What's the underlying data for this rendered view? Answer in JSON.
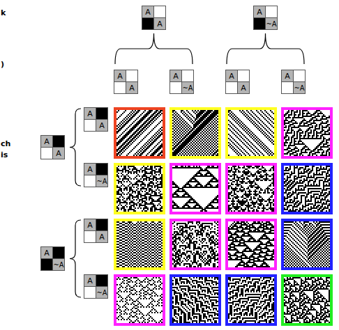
{
  "diagram": {
    "nodes": [
      {
        "text": [
          "A",
          "A"
        ]
      },
      {
        "text": [
          "A",
          "~A"
        ]
      },
      {
        "text": [
          "A",
          "A"
        ]
      },
      {
        "text": [
          "A",
          "~A"
        ]
      },
      {
        "text": [
          "A",
          "A"
        ]
      },
      {
        "text": [
          "A",
          "~A"
        ]
      },
      {
        "text": [
          "A",
          "A"
        ]
      },
      {
        "text": [
          "A",
          "A"
        ]
      },
      {
        "text": [
          "A",
          "~A"
        ]
      },
      {
        "text": [
          "A",
          "~A"
        ]
      },
      {
        "text": [
          "A",
          "A"
        ]
      },
      {
        "text": [
          "A",
          "~A"
        ]
      }
    ],
    "labels": [
      "k",
      ")",
      "ch",
      "is"
    ]
  }
}
